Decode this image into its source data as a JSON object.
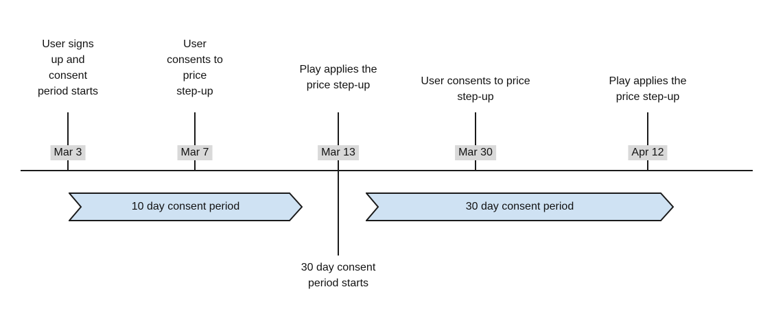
{
  "diagram": {
    "kind": "timeline"
  },
  "events": [
    {
      "date": "Mar 3",
      "label": "User signs\nup and\nconsent\nperiod starts"
    },
    {
      "date": "Mar 7",
      "label": "User\nconsents to\nprice\nstep-up"
    },
    {
      "date": "Mar 13",
      "label": "Play applies the\nprice step-up",
      "note": "30 day consent\nperiod starts"
    },
    {
      "date": "Mar 30",
      "label": "User consents to price\nstep-up"
    },
    {
      "date": "Apr 12",
      "label": "Play applies the\nprice step-up"
    }
  ],
  "periods": [
    {
      "label": "10 day consent period"
    },
    {
      "label": "30 day consent period"
    }
  ],
  "colors": {
    "period_fill": "#cfe2f3",
    "period_border": "#1a1a1a",
    "date_badge_bg": "#d9d9d9",
    "line": "#1a1a1a",
    "text": "#111111"
  }
}
